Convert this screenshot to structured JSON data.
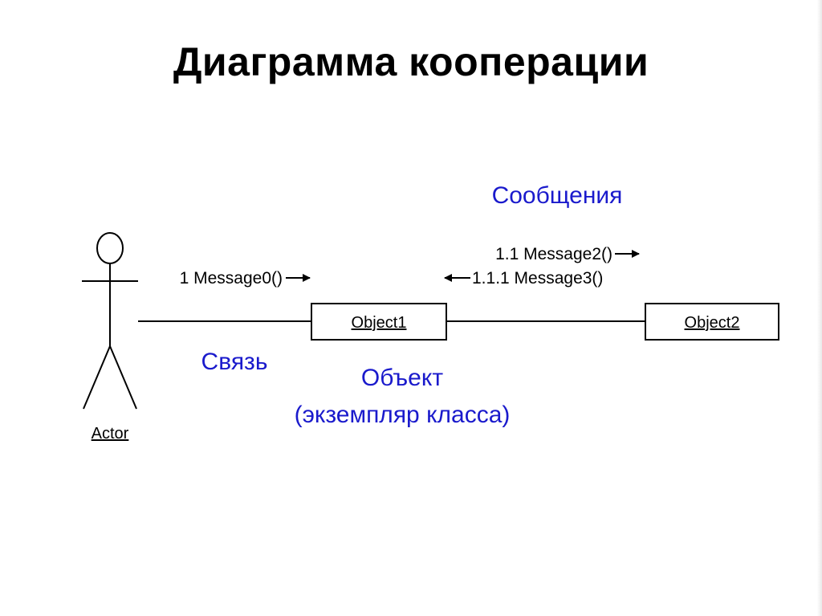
{
  "title": "Диаграмма кооперации",
  "colors": {
    "annotation": "#1a1acc",
    "lines": "#000000",
    "background": "#ffffff"
  },
  "diagram": {
    "actor": {
      "label": "Actor"
    },
    "objects": [
      {
        "label": "Object1"
      },
      {
        "label": "Object2"
      }
    ],
    "messages": [
      {
        "label": "1 Message0()",
        "direction": "right"
      },
      {
        "label": "1.1 Message2()",
        "direction": "right"
      },
      {
        "label": "1.1.1 Message3()",
        "direction": "left"
      }
    ],
    "annotations": {
      "messages": "Сообщения",
      "link": "Связь",
      "object_line1": "Объект",
      "object_line2": "(экземпляр класса)"
    }
  }
}
